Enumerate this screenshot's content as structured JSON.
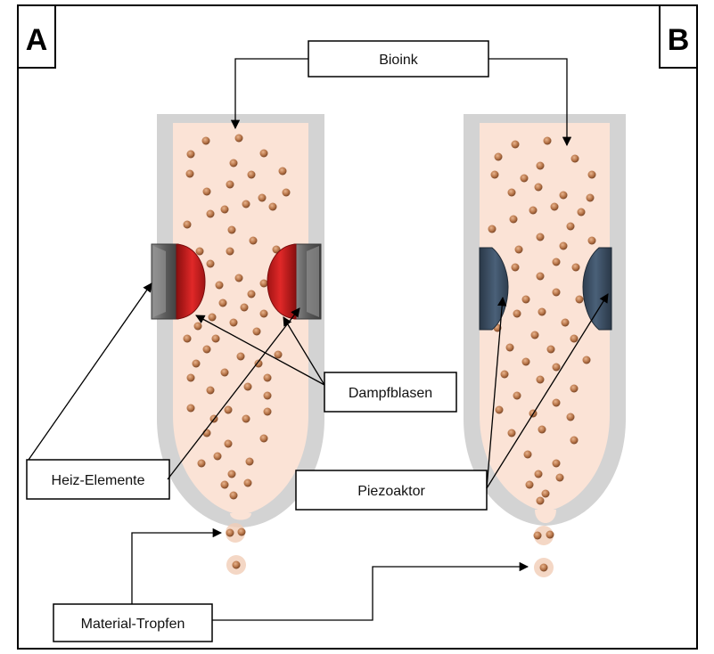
{
  "panels": {
    "a_label": "A",
    "b_label": "B"
  },
  "labels": {
    "bioink": "Bioink",
    "dampfblasen": "Dampfblasen",
    "heiz_elemente": "Heiz-Elemente",
    "piezoaktor": "Piezoaktor",
    "material_tropfen": "Material-Tropfen"
  },
  "colors": {
    "nozzle_wall": "#d3d3d3",
    "bioink_fill": "#fbe3d6",
    "cell": "#b8764a",
    "cell_glow": "#f1cdb7",
    "heater": "#6e6e6e",
    "vapor_bubble": "#c81e1e",
    "piezo": "#3c5064",
    "line": "#000000"
  }
}
